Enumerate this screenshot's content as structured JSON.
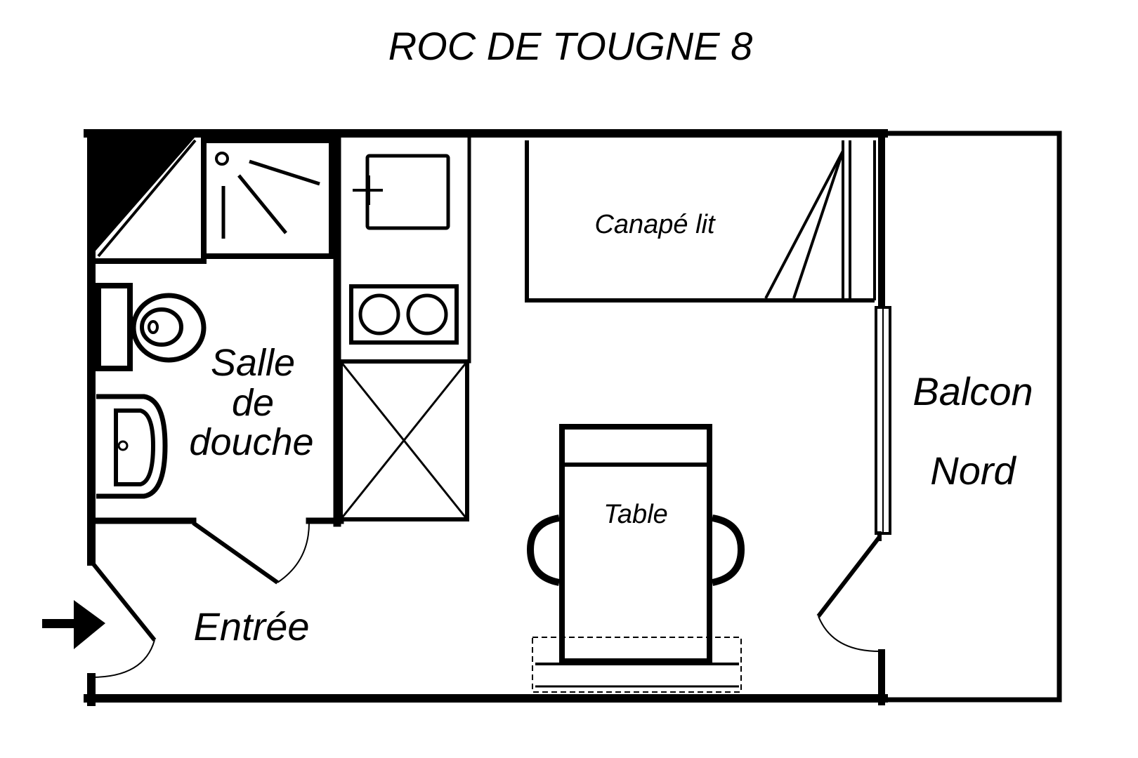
{
  "title": "ROC DE TOUGNE 8",
  "rooms": {
    "bathroom": [
      "Salle",
      "de",
      "douche"
    ],
    "sofa_bed": "Canapé lit",
    "table": "Table",
    "entrance": "Entrée",
    "balcony": [
      "Balcon",
      "Nord"
    ]
  },
  "colors": {
    "line": "#000000",
    "background": "#ffffff"
  }
}
